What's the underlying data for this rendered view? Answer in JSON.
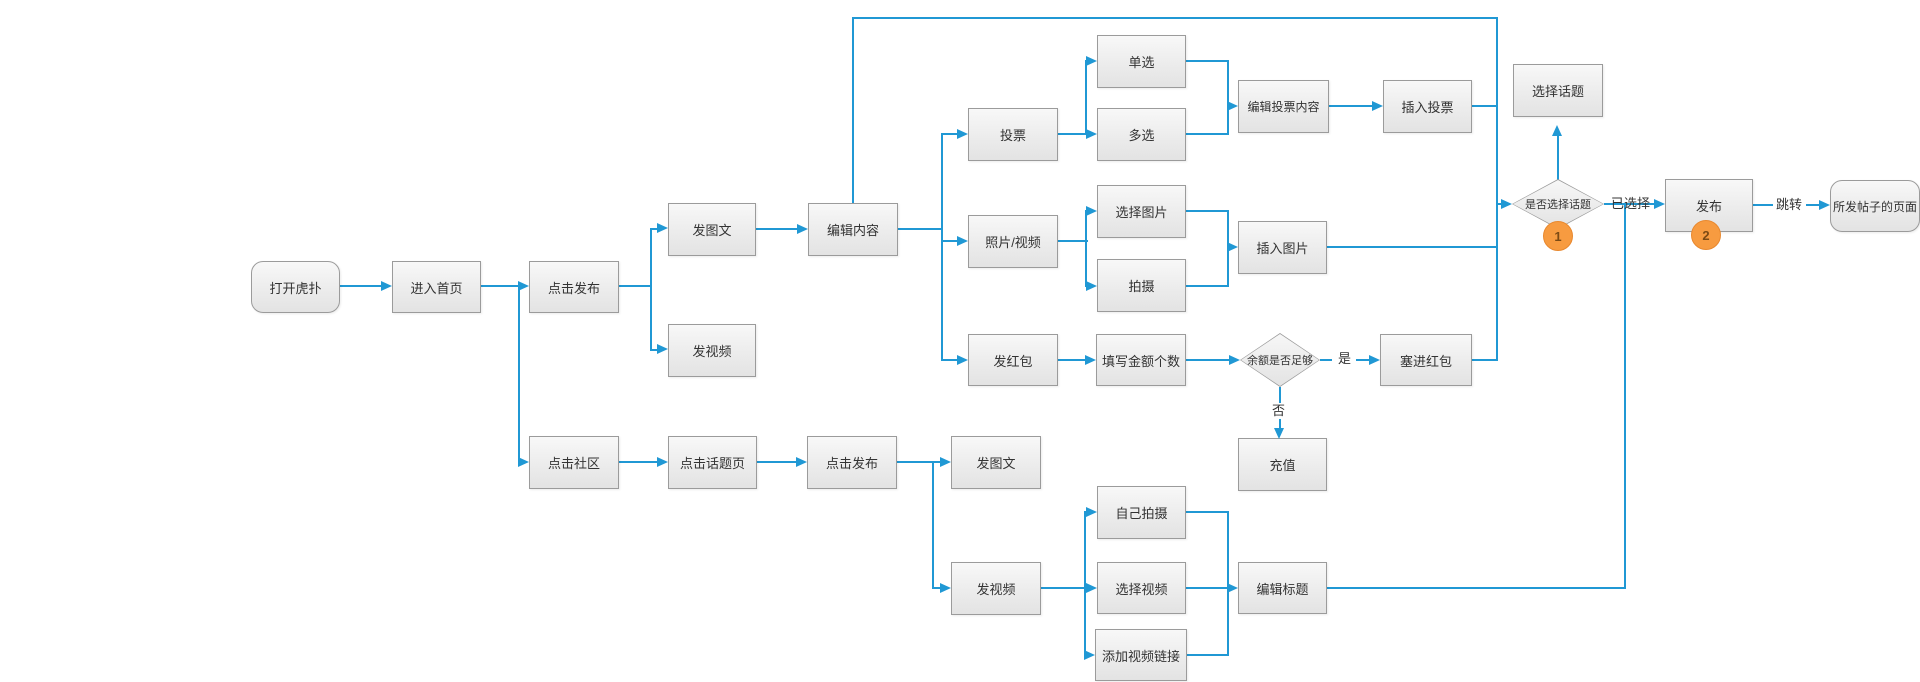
{
  "diagram": {
    "colors": {
      "background": "#ffffff",
      "connector_line": "#2098d4",
      "node_border": "#9b9b9b",
      "node_fill_top": "#f8f8f8",
      "node_fill_bottom": "#e3e3e3",
      "badge_fill": "#f79b40",
      "badge_border": "#e8882e",
      "text": "#333333"
    },
    "nodes": {
      "open_hupu": {
        "label": "打开虎扑"
      },
      "enter_home": {
        "label": "进入首页"
      },
      "click_publish": {
        "label": "点击发布"
      },
      "post_text": {
        "label": "发图文"
      },
      "post_video": {
        "label": "发视频"
      },
      "edit_content": {
        "label": "编辑内容"
      },
      "vote": {
        "label": "投票"
      },
      "photo_video": {
        "label": "照片/视频"
      },
      "red_packet": {
        "label": "发红包"
      },
      "single_choice": {
        "label": "单选"
      },
      "multi_choice": {
        "label": "多选"
      },
      "choose_image": {
        "label": "选择图片"
      },
      "shoot": {
        "label": "拍摄"
      },
      "fill_amount": {
        "label": "填写金额个数"
      },
      "edit_vote_content": {
        "label": "编辑投票内容"
      },
      "insert_vote": {
        "label": "插入投票"
      },
      "insert_image": {
        "label": "插入图片"
      },
      "balance_check": {
        "label": "余额是否足够"
      },
      "stuff_red_packet": {
        "label": "塞进红包"
      },
      "recharge": {
        "label": "充值"
      },
      "choose_topic": {
        "label": "选择话题"
      },
      "topic_check": {
        "label": "是否选择话题"
      },
      "publish": {
        "label": "发布"
      },
      "post_page": {
        "label": "所发帖子的页面"
      },
      "click_community": {
        "label": "点击社区"
      },
      "click_topic_page": {
        "label": "点击话题页"
      },
      "click_publish_2": {
        "label": "点击发布"
      },
      "post_text_2": {
        "label": "发图文"
      },
      "post_video_2": {
        "label": "发视频"
      },
      "self_shoot": {
        "label": "自己拍摄"
      },
      "choose_video": {
        "label": "选择视频"
      },
      "add_video_link": {
        "label": "添加视频链接"
      },
      "edit_title": {
        "label": "编辑标题"
      }
    },
    "edge_labels": {
      "yes": "是",
      "no": "否",
      "selected": "已选择",
      "jump": "跳转"
    },
    "badges": {
      "step1": "1",
      "step2": "2"
    }
  }
}
